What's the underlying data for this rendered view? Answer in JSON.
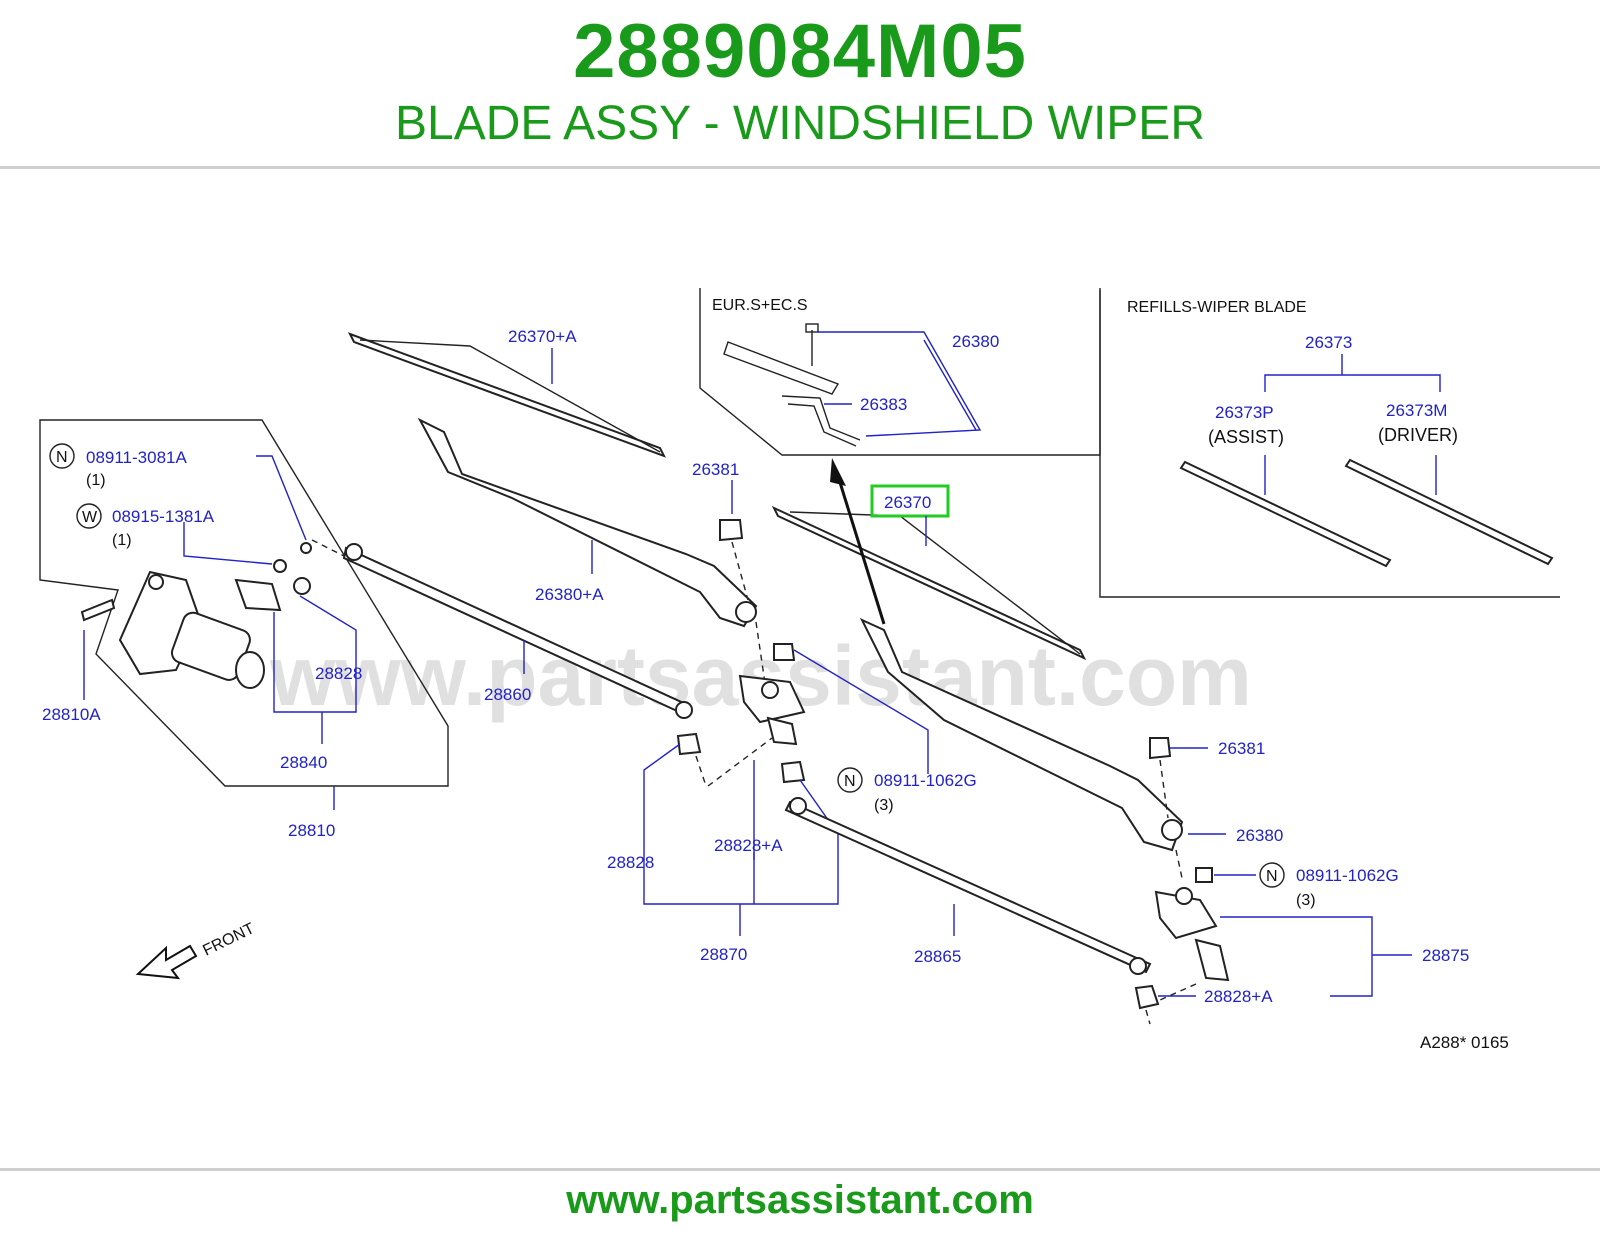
{
  "header": {
    "part_number": "2889084M05",
    "part_name": "BLADE ASSY - WINDSHIELD WIPER"
  },
  "footer": {
    "website": "www.partsassistant.com"
  },
  "watermark": "www.partsassistant.com",
  "colors": {
    "brand_green": "#1a9a1a",
    "callout_blue": "#2222c8",
    "highlight_box": "#22cc22"
  },
  "diagram": {
    "insets": {
      "eur_title": "EUR.S+EC.S",
      "refills_title": "REFILLS-WIPER  BLADE"
    },
    "callouts": {
      "c26370A": "26370+A",
      "c26380_top": "26380",
      "c26383": "26383",
      "c26373": "26373",
      "c26373P": "26373P",
      "assist": "(ASSIST)",
      "c26373M": "26373M",
      "driver": "(DRIVER)",
      "n1": "08911-3081A",
      "n1_qty": "(1)",
      "w1": "08915-1381A",
      "w1_qty": "(1)",
      "c26381_a": "26381",
      "c26370": "26370",
      "c26380A": "26380+A",
      "c28828_a": "28828",
      "c28860": "28860",
      "c28810A": "28810A",
      "c28840": "28840",
      "c28810": "28810",
      "n2": "08911-1062G",
      "n2_qty": "(3)",
      "c26381_b": "26381",
      "c26380_b": "26380",
      "n3": "08911-1062G",
      "n3_qty": "(3)",
      "c28828_b": "28828",
      "c28828A_a": "28828+A",
      "c28870": "28870",
      "c28865": "28865",
      "c28875": "28875",
      "c28828A_b": "28828+A",
      "front": "FRONT",
      "ref": "A288*   0165",
      "sym_n": "N",
      "sym_w": "W"
    },
    "highlighted_part": "26370"
  }
}
